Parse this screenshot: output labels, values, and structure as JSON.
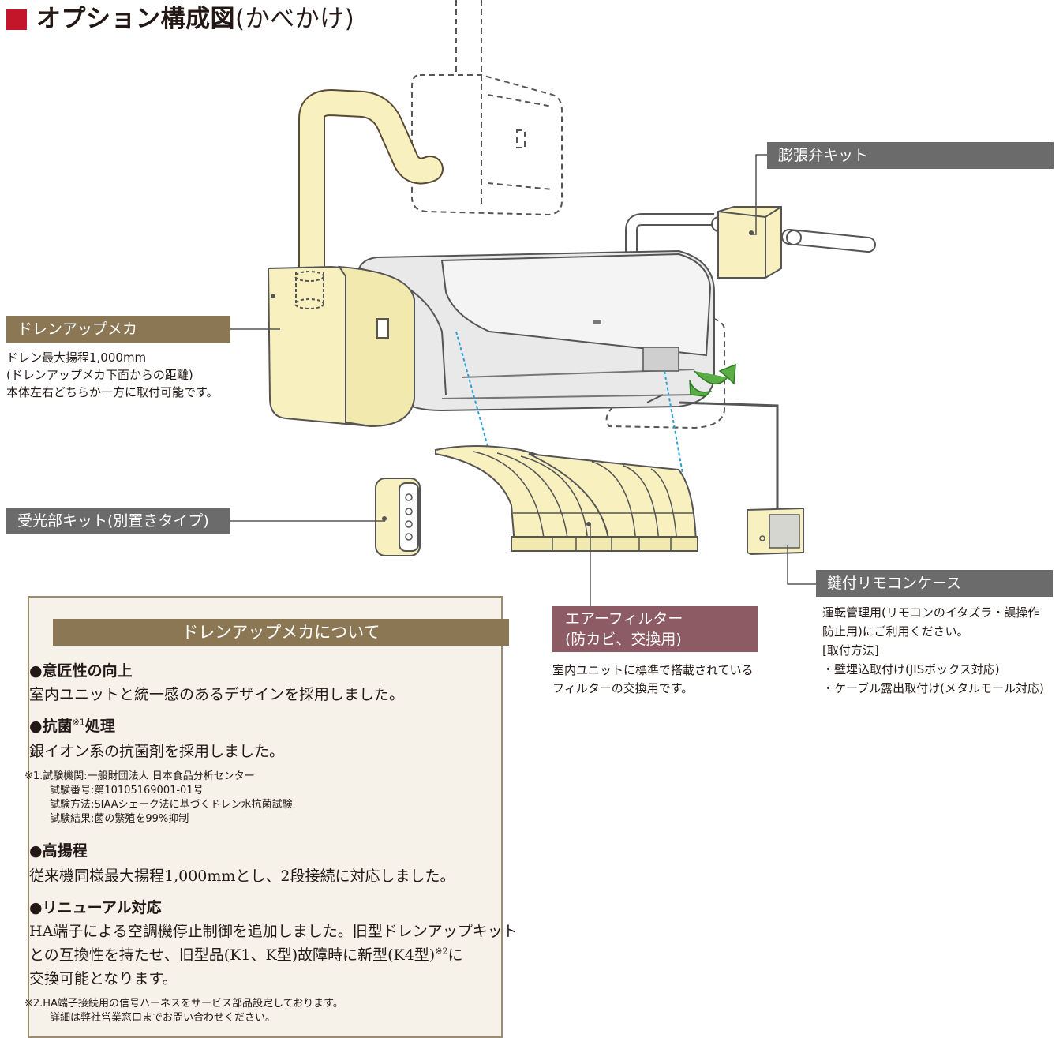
{
  "title": {
    "bold": "オプション構成図",
    "suffix": "(かべかけ)"
  },
  "drain_up": {
    "label": "ドレンアップメカ",
    "desc": [
      "ドレン最大揚程1,000mm",
      "(ドレンアップメカ下面からの距離)",
      "本体左右どちらか一方に取付可能です。"
    ]
  },
  "expansion_valve": {
    "label": "膨張弁キット"
  },
  "receiver_kit": {
    "label": "受光部キット(別置きタイプ)"
  },
  "remote_case": {
    "label": "鍵付リモコンケース",
    "desc": [
      "運転管理用(リモコンのイタズラ・誤操作",
      "防止用)にご利用ください。",
      "[取付方法]",
      "・壁埋込取付け(JISボックス対応)",
      "・ケーブル露出取付け(メタルモール対応)"
    ]
  },
  "air_filter": {
    "label": [
      "エアーフィルター",
      "(防カビ、交換用)"
    ],
    "desc": [
      "室内ユニットに標準で搭載されている",
      "フィルターの交換用です。"
    ]
  },
  "info": {
    "heading": "ドレンアップメカについて",
    "s1_head": "●意匠性の向上",
    "s1_body": "室内ユニットと統一感のあるデザインを採用しました。",
    "s2_head_a": "●抗菌",
    "s2_sup": "※1",
    "s2_head_b": "処理",
    "s2_body": "銀イオン系の抗菌剤を採用しました。",
    "note1": [
      "※1.試験機関:一般財団法人 日本食品分析センター",
      "試験番号:第10105169001-01号",
      "試験方法:SIAAシェーク法に基づくドレン水抗菌試験",
      "試験結果:菌の繁殖を99%抑制"
    ],
    "s3_head": "●高揚程",
    "s3_body": "従来機同様最大揚程1,000mmとし、2段接続に対応しました。",
    "s4_head": "●リニューアル対応",
    "s4_body": [
      "HA端子による空調機停止制御を追加しました。旧型ドレンアップキット",
      "との互換性を持たせ、旧型品(K1、K型)故障時に新型(K4型)",
      "交換可能となります。"
    ],
    "s4_sup": "※2",
    "s4_tail": "に",
    "note2": [
      "※2.HA端子接続用の信号ハーネスをサービス部品設定しております。",
      "詳細は弊社営業窓口までお問い合わせください。"
    ]
  },
  "colors": {
    "title_mark": "#c3162a",
    "brown": "#8c7754",
    "gray": "#6b6b6b",
    "mauve": "#8c5b63",
    "cream": "#f8f1bf",
    "arrow": "#5aae45"
  }
}
